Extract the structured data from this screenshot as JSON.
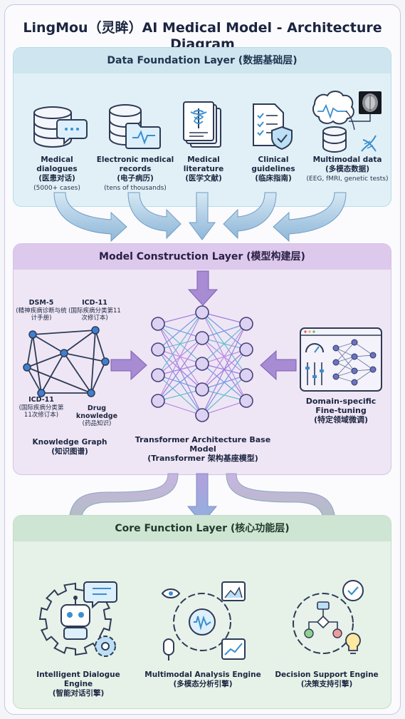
{
  "title": "LingMou（灵眸）AI Medical Model - Architecture Diagram",
  "data_layer": {
    "heading": "Data Foundation Layer (数据基础层)",
    "items": [
      {
        "name": "Medical dialogues",
        "zh": "(医患对话)",
        "detail": "(5000+ cases)",
        "icon": "database-chat-icon"
      },
      {
        "name": "Electronic medical records",
        "zh": "(电子病历)",
        "detail": "(tens of thousands)",
        "icon": "database-folder-icon"
      },
      {
        "name": "Medical literature",
        "zh": "(医学文献)",
        "detail": "",
        "icon": "document-caduceus-icon"
      },
      {
        "name": "Clinical guidelines",
        "zh": "(临床指南)",
        "detail": "",
        "icon": "checklist-shield-icon"
      },
      {
        "name": "Multimodal data",
        "zh": "(多模态数据)",
        "detail": "(EEG, fMRI, genetic tests)",
        "icon": "multimodal-brain-icon"
      }
    ]
  },
  "model_layer": {
    "heading": "Model Construction Layer (模型构建层)",
    "knowledge_graph": {
      "nodes": [
        {
          "name": "DSM-5",
          "zh": "(精神疾病诊断与统计手册)"
        },
        {
          "name": "ICD-11",
          "zh": "(国际疾病分类第11次修订本)"
        },
        {
          "name": "ICD-11",
          "zh": "(国际疾病分类第11次修订本)"
        },
        {
          "name": "Drug knowledge",
          "zh": "(药品知识)"
        }
      ],
      "caption": "Knowledge Graph",
      "caption_zh": "(知识图谱)"
    },
    "base_model": {
      "caption": "Transformer Architecture Base Model",
      "caption_zh": "(Transformer 架构基座模型)"
    },
    "fine_tuning": {
      "caption": "Domain-specific Fine-tuning",
      "caption_zh": "(特定领域微调)"
    }
  },
  "core_layer": {
    "heading": "Core Function Layer (核心功能层)",
    "engines": [
      {
        "name": "Intelligent Dialogue Engine",
        "zh": "(智能对话引擎)",
        "icon": "robot-gear-icon"
      },
      {
        "name": "Multimodal Analysis Engine",
        "zh": "(多模态分析引擎)",
        "icon": "analysis-gear-icon"
      },
      {
        "name": "Decision Support Engine",
        "zh": "(决策支持引擎)",
        "icon": "decision-gear-icon"
      }
    ]
  },
  "colors": {
    "data_layer": "#e1f0f6",
    "model_layer": "#efe6f5",
    "core_layer": "#e6f1e8",
    "arrow_blue": "#8fb7d8",
    "arrow_purple": "#9c7fc9",
    "arrow_green": "#9cc7a4"
  }
}
